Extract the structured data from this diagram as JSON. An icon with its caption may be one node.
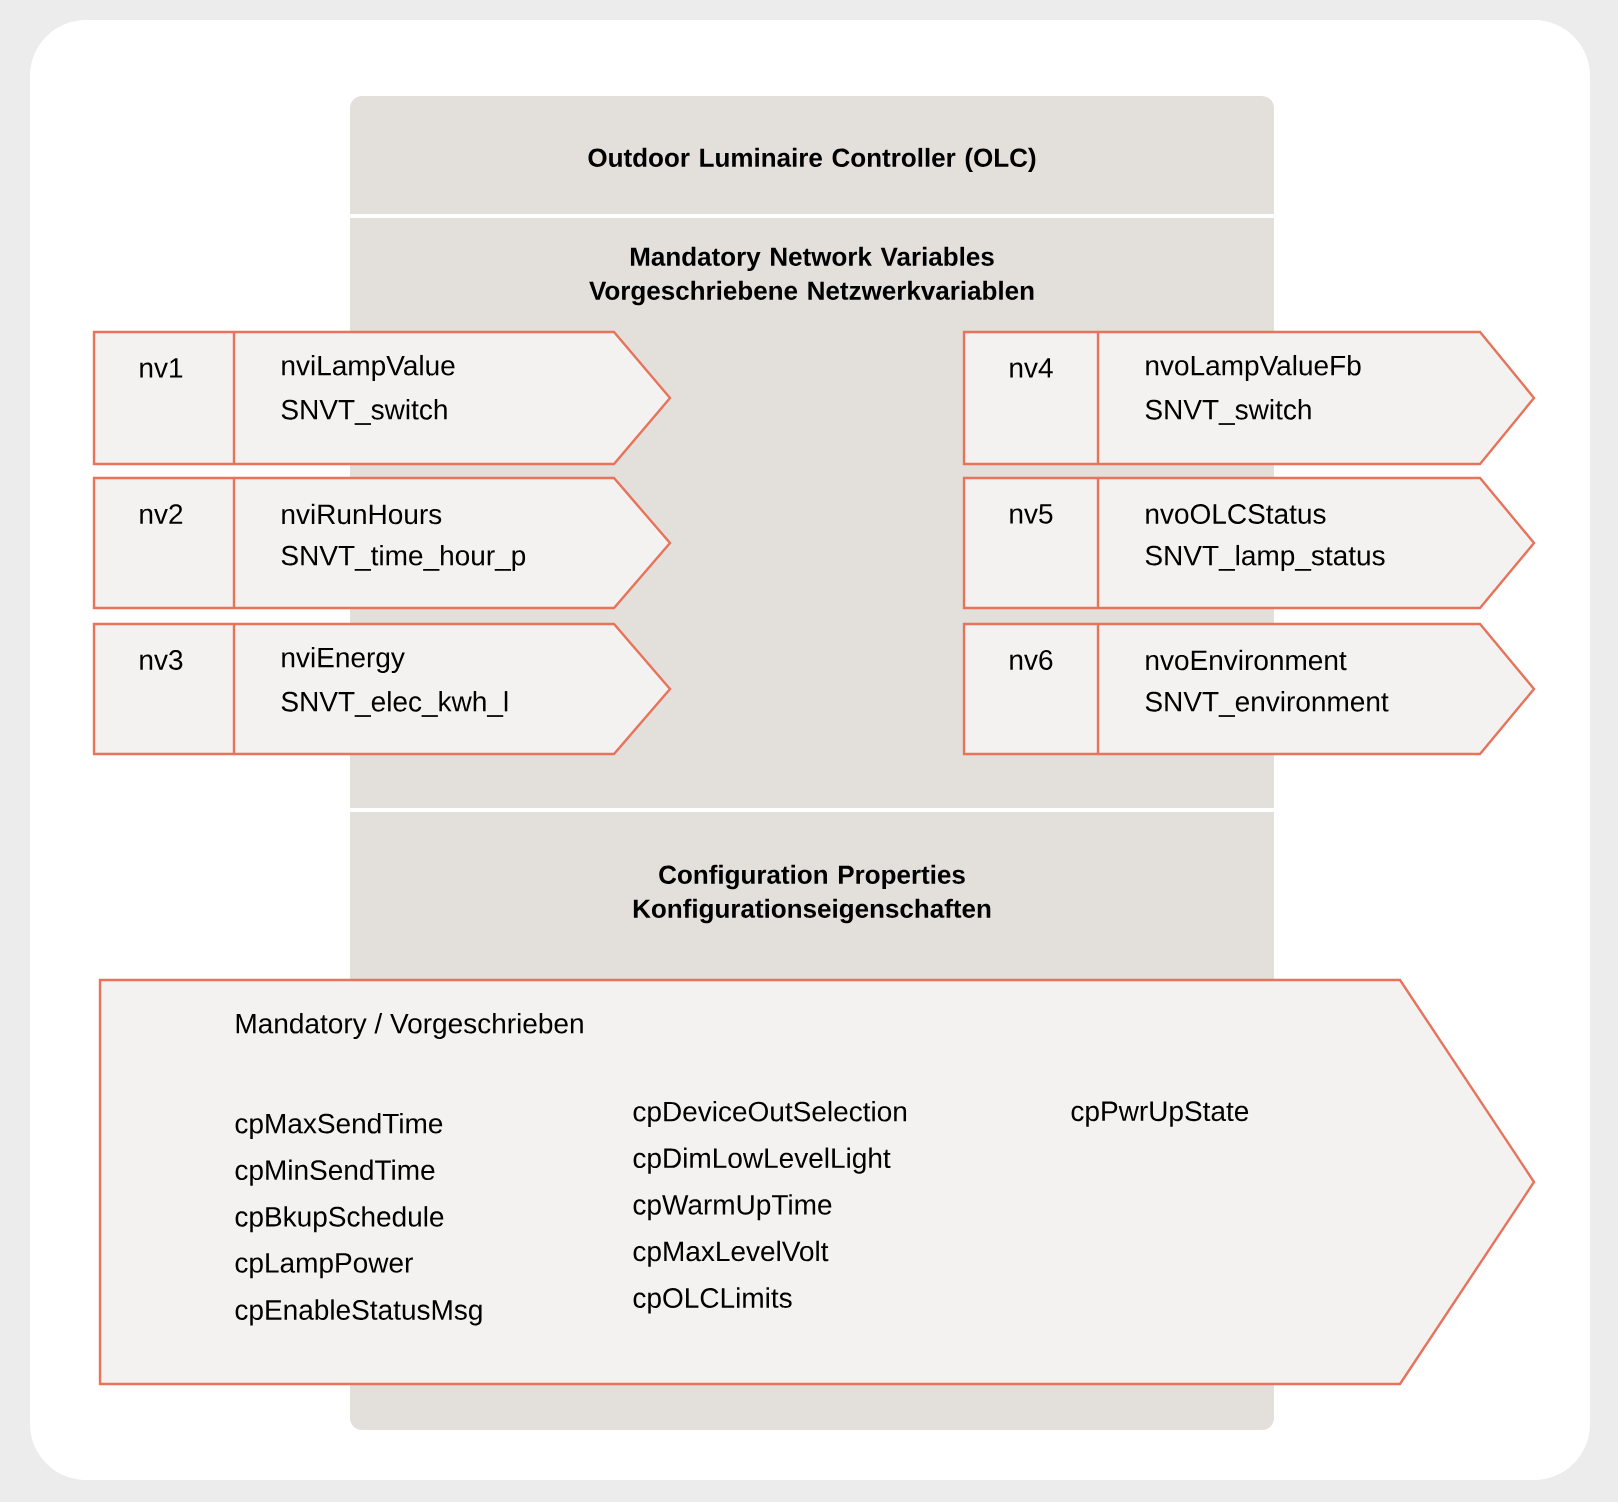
{
  "diagram": {
    "nodes": [
      {
        "text": [
          "Outdoor Luminaire Controller (OLC)",
          "Mandatory Network Variables Vorgeschriebene Netzwerkvariablen",
          "Configuration Properties Konfigurationseigenschaften"
        ]
      },
      {
        "text": [
          "nv1",
          "nviLampValue",
          "SNVT_switch"
        ]
      },
      {
        "text": [
          "nv2",
          "nviRunHours",
          "SNVT_time_hour_p"
        ]
      },
      {
        "text": [
          "nv3",
          "nviEnergy",
          "SNVT_elec_kwh_l"
        ]
      },
      {
        "text": [
          "nv4",
          "nvoLampValueFb",
          "SNVT_switch"
        ]
      },
      {
        "text": [
          "nv5",
          "nvoOLCStatus",
          "SNVT_lamp_status"
        ]
      },
      {
        "text": [
          "nv6",
          "nvoEnvironment",
          "SNVT_environment"
        ]
      },
      {
        "text": [
          "Mandatory / Vorgeschrieben",
          "cpMaxSendTime",
          "cpMinSendTime",
          "cpBkupSchedule",
          "cpLampPower",
          "cpEnableStatusMsg",
          "cpDeviceOutSelection",
          "cpDimLowLevelLight",
          "cpWarmUpTime",
          "cpMaxLevelVolt",
          "cpOLCLimits",
          "cpPwrUpState"
        ]
      }
    ],
    "edges": []
  }
}
